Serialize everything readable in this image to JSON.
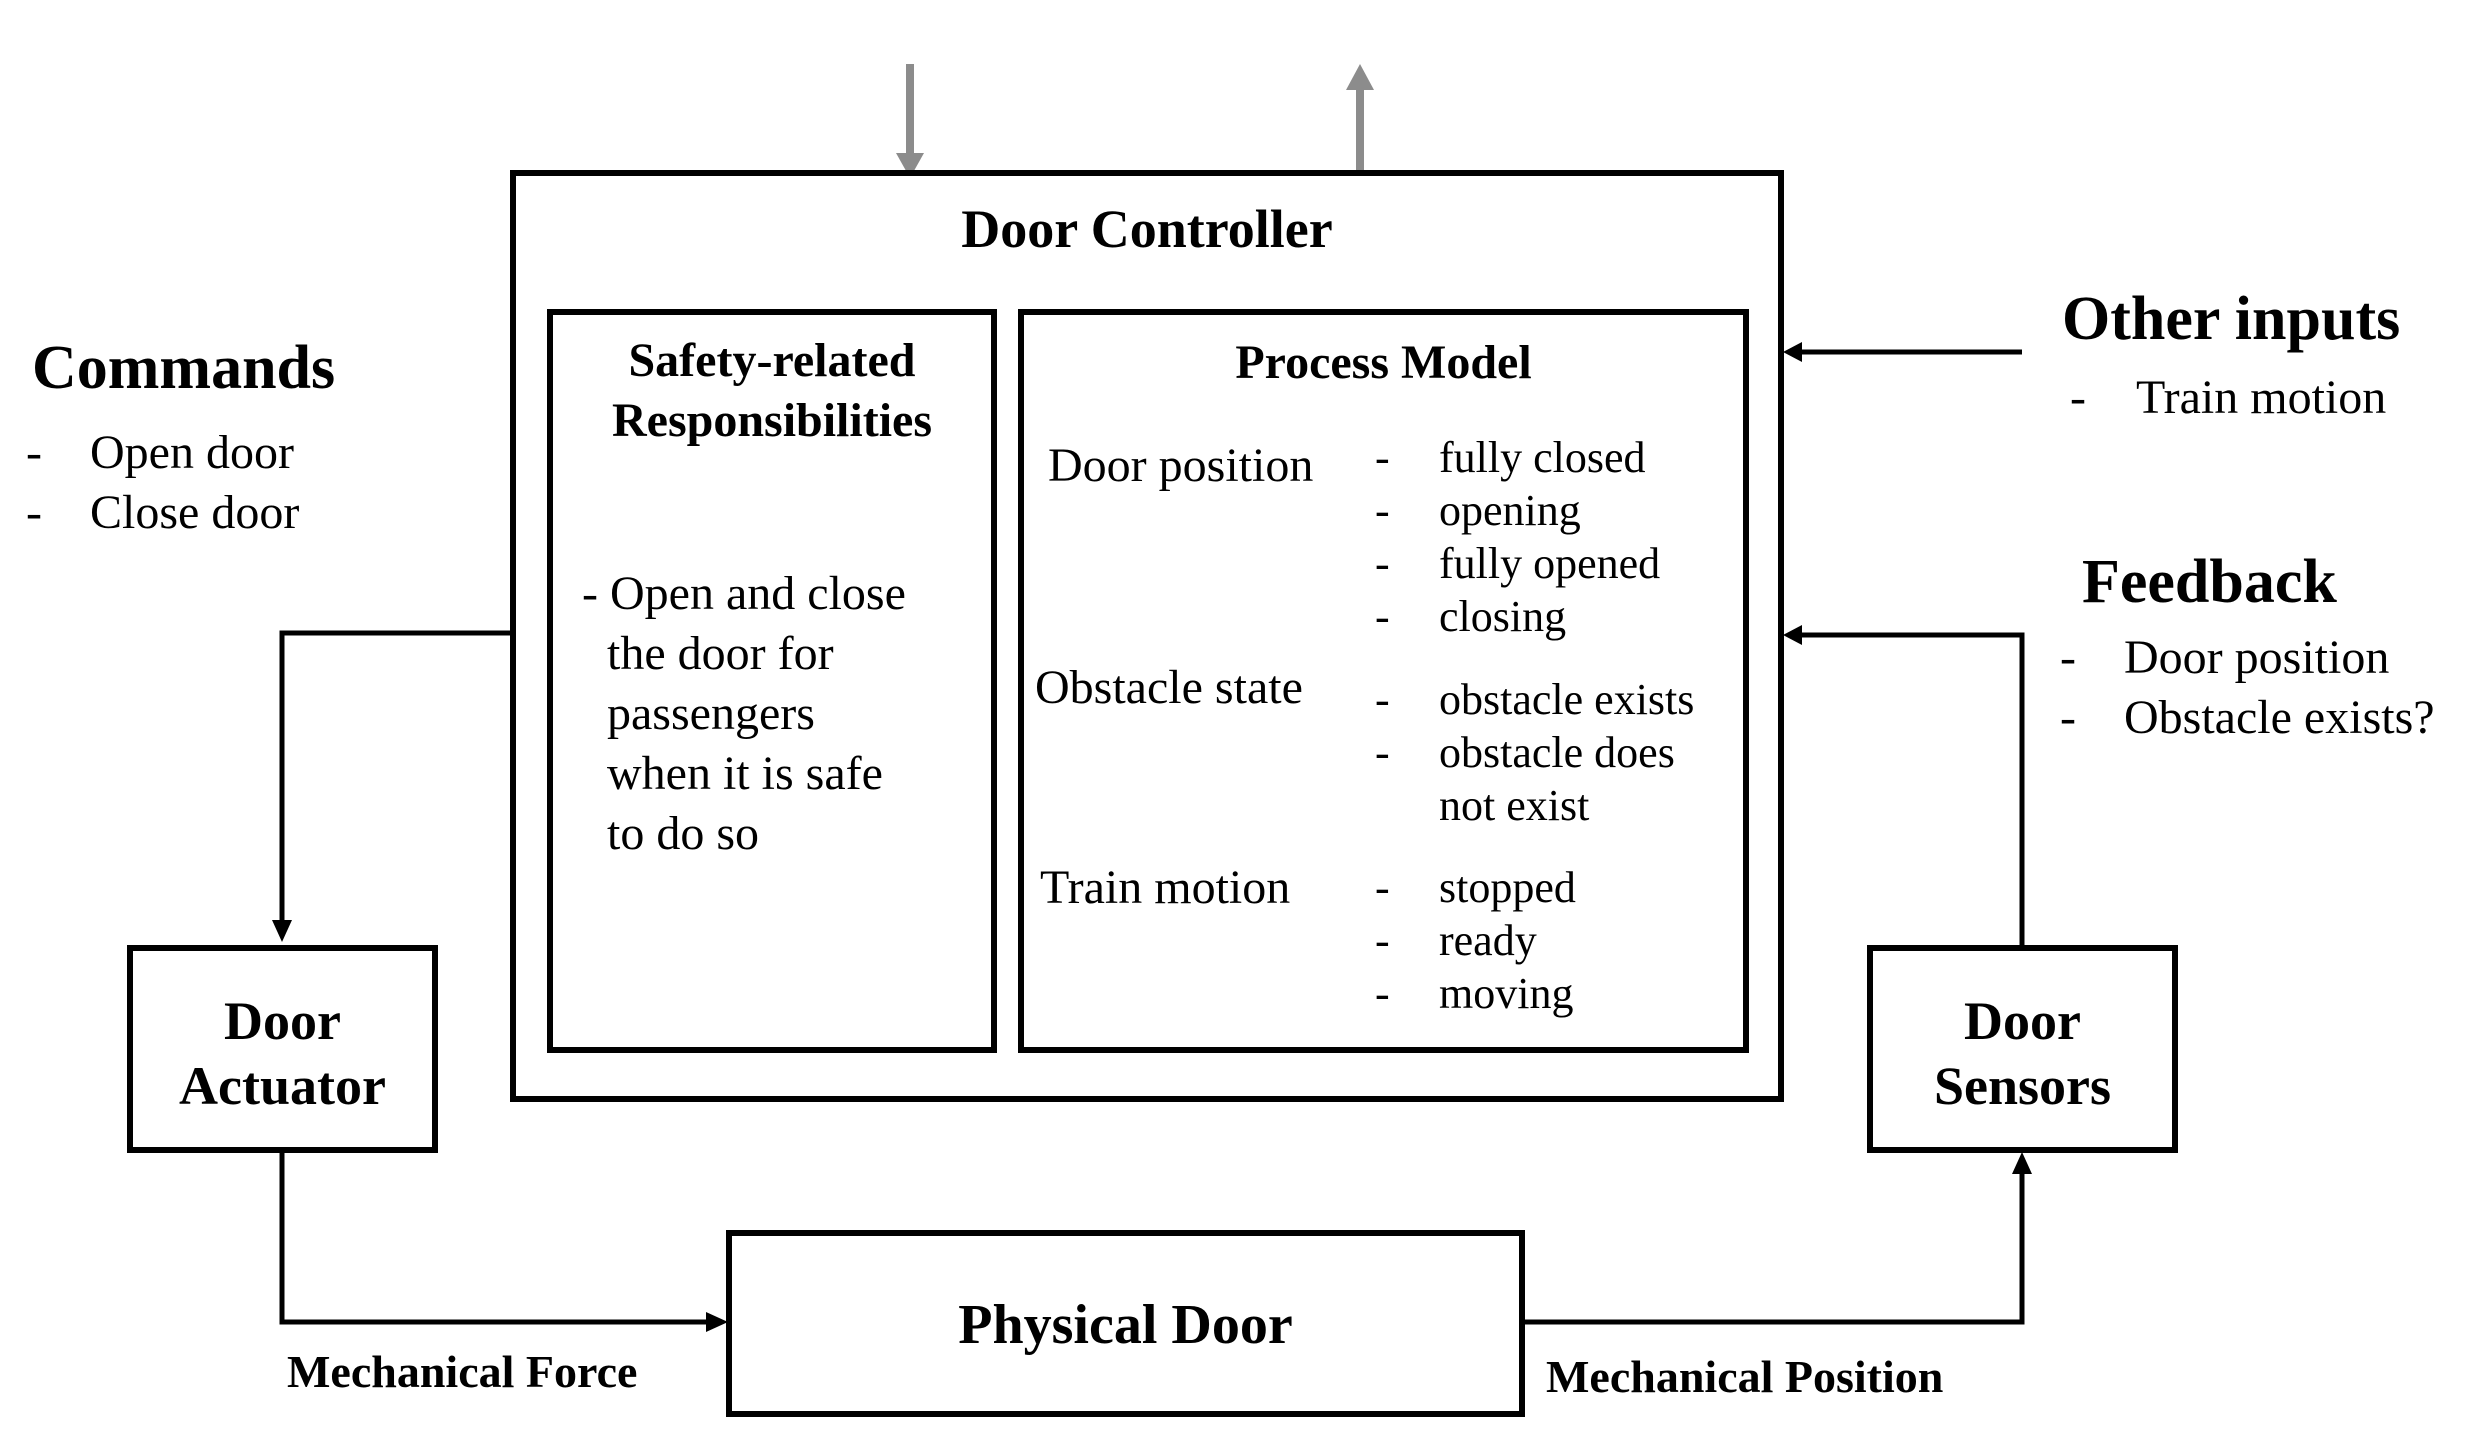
{
  "colors": {
    "line": "#000000",
    "external_arrow": "#8c8c8c",
    "background": "#ffffff"
  },
  "controller": {
    "title": "Door Controller",
    "responsibilities": {
      "title_line1": "Safety-related",
      "title_line2": "Responsibilities",
      "lines": [
        "- Open and close",
        "the door for",
        "passengers",
        "when it is safe",
        "to do so"
      ]
    },
    "process_model": {
      "title": "Process Model",
      "variables": [
        {
          "name": "Door position",
          "states": [
            "fully closed",
            "opening",
            "fully opened",
            "closing"
          ]
        },
        {
          "name": "Obstacle state",
          "states": [
            "obstacle exists",
            "obstacle does",
            "not exist"
          ]
        },
        {
          "name": "Train motion",
          "states": [
            "stopped",
            "ready",
            "moving"
          ]
        }
      ]
    }
  },
  "commands": {
    "title": "Commands",
    "items": [
      "Open door",
      "Close door"
    ]
  },
  "other_inputs": {
    "title": "Other inputs",
    "items": [
      "Train motion"
    ]
  },
  "feedback": {
    "title": "Feedback",
    "items": [
      "Door position",
      "Obstacle exists?"
    ]
  },
  "actuator": {
    "line1": "Door",
    "line2": "Actuator"
  },
  "sensors": {
    "line1": "Door",
    "line2": "Sensors"
  },
  "physical_door": {
    "title": "Physical Door"
  },
  "labels": {
    "mechanical_force": "Mechanical Force",
    "mechanical_position": "Mechanical Position"
  }
}
